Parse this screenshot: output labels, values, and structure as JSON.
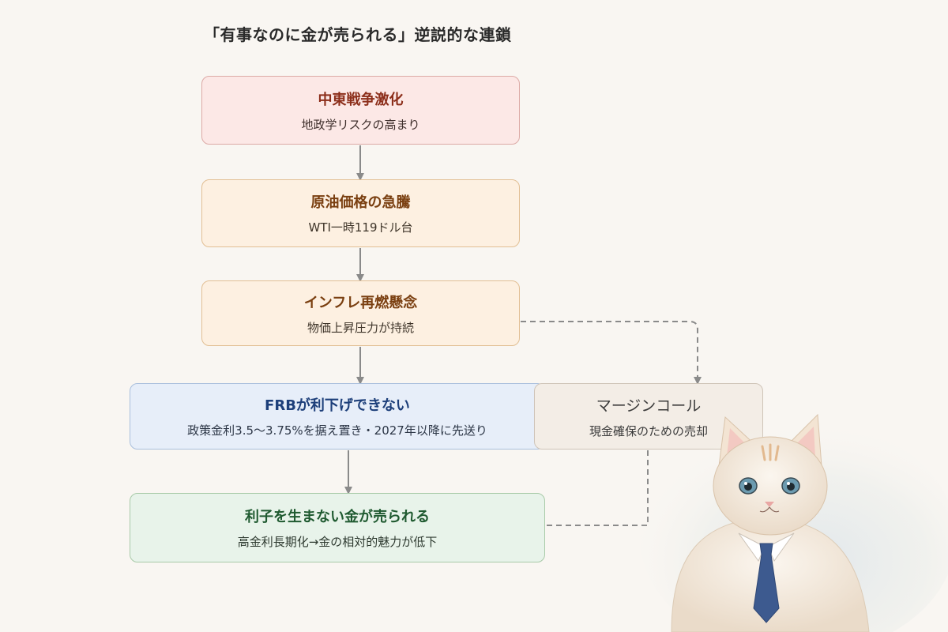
{
  "title": "「有事なのに金が売られる」逆説的な連鎖",
  "nodes": {
    "war": {
      "title": "中東戦争激化",
      "subtitle": "地政学リスクの高まり"
    },
    "oil": {
      "title": "原油価格の急騰",
      "subtitle": "WTI一時119ドル台"
    },
    "inflation": {
      "title": "インフレ再燃懸念",
      "subtitle": "物価上昇圧力が持続"
    },
    "frb": {
      "title": "FRBが利下げできない",
      "subtitle": "政策金利3.5〜3.75%を据え置き・2027年以降に先送り"
    },
    "margin": {
      "title": "マージンコール",
      "subtitle": "現金確保のための売却"
    },
    "gold": {
      "title": "利子を生まない金が売られる",
      "subtitle": "高金利長期化→金の相対的魅力が低下"
    }
  },
  "colors": {
    "arrow": "#8a8a8a",
    "war_fill": "#fce8e6",
    "oil_fill": "#fdf0e1",
    "inflation_fill": "#fdf0e1",
    "frb_fill": "#e7eef9",
    "margin_fill": "#f3ede6",
    "gold_fill": "#e8f3ea"
  }
}
